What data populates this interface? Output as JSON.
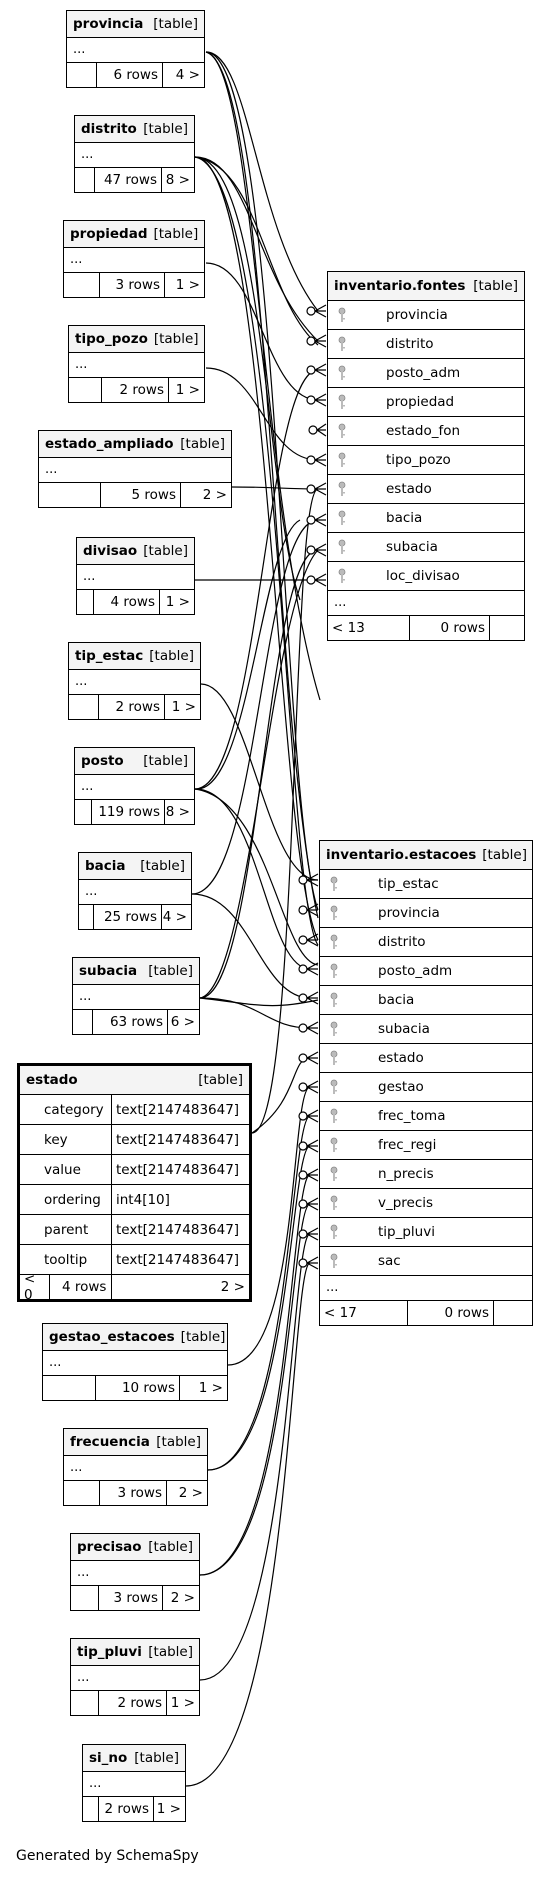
{
  "footer": "Generated by SchemaSpy",
  "labels": {
    "ellipsis": "...",
    "table_tag": "[table]"
  },
  "tables": {
    "provincia": {
      "name": "provincia",
      "rows": "6 rows",
      "children": "4 >"
    },
    "distrito": {
      "name": "distrito",
      "rows": "47 rows",
      "children": "8 >"
    },
    "propiedad": {
      "name": "propiedad",
      "rows": "3 rows",
      "children": "1 >"
    },
    "tipo_pozo": {
      "name": "tipo_pozo",
      "rows": "2 rows",
      "children": "1 >"
    },
    "estado_ampliado": {
      "name": "estado_ampliado",
      "rows": "5 rows",
      "children": "2 >"
    },
    "divisao": {
      "name": "divisao",
      "rows": "4 rows",
      "children": "1 >"
    },
    "tip_estac": {
      "name": "tip_estac",
      "rows": "2 rows",
      "children": "1 >"
    },
    "posto": {
      "name": "posto",
      "rows": "119 rows",
      "children": "8 >"
    },
    "bacia": {
      "name": "bacia",
      "rows": "25 rows",
      "children": "4 >"
    },
    "subacia": {
      "name": "subacia",
      "rows": "63 rows",
      "children": "6 >"
    },
    "gestao_estacoes": {
      "name": "gestao_estacoes",
      "rows": "10 rows",
      "children": "1 >"
    },
    "frecuencia": {
      "name": "frecuencia",
      "rows": "3 rows",
      "children": "2 >"
    },
    "precisao": {
      "name": "precisao",
      "rows": "3 rows",
      "children": "2 >"
    },
    "tip_pluvi": {
      "name": "tip_pluvi",
      "rows": "2 rows",
      "children": "1 >"
    },
    "si_no": {
      "name": "si_no",
      "rows": "2 rows",
      "children": "1 >"
    }
  },
  "estado": {
    "name": "estado",
    "columns": [
      {
        "name": "category",
        "type": "text[2147483647]"
      },
      {
        "name": "key",
        "type": "text[2147483647]"
      },
      {
        "name": "value",
        "type": "text[2147483647]"
      },
      {
        "name": "ordering",
        "type": "int4[10]"
      },
      {
        "name": "parent",
        "type": "text[2147483647]"
      },
      {
        "name": "tooltip",
        "type": "text[2147483647]"
      }
    ],
    "parents": "< 0",
    "rows": "4 rows",
    "children": "2 >"
  },
  "fontes": {
    "name": "inventario.fontes",
    "columns": [
      "provincia",
      "distrito",
      "posto_adm",
      "propiedad",
      "estado_fon",
      "tipo_pozo",
      "estado",
      "bacia",
      "subacia",
      "loc_divisao"
    ],
    "parents": "< 13",
    "rows": "0 rows"
  },
  "estacoes": {
    "name": "inventario.estacoes",
    "columns": [
      "tip_estac",
      "provincia",
      "distrito",
      "posto_adm",
      "bacia",
      "subacia",
      "estado",
      "gestao",
      "frec_toma",
      "frec_regi",
      "n_precis",
      "v_precis",
      "tip_pluvi",
      "sac"
    ],
    "parents": "< 17",
    "rows": "0 rows"
  }
}
